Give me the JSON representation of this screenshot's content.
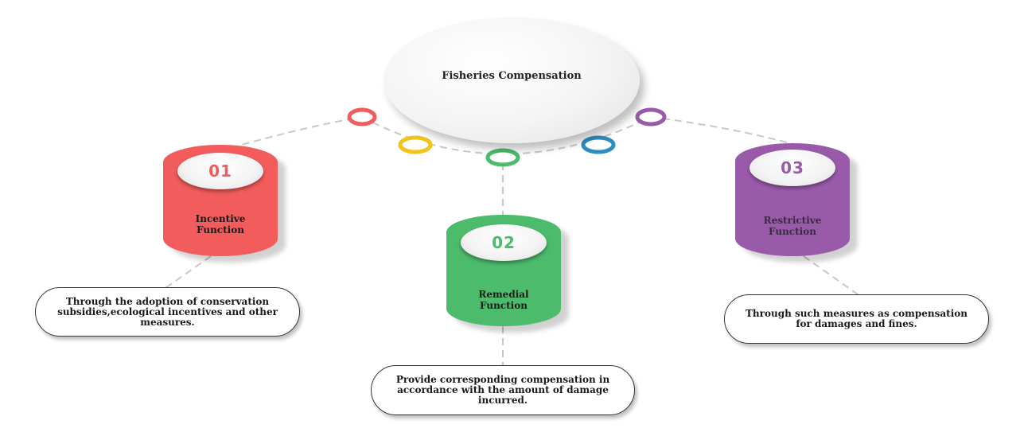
{
  "hub": {
    "title": "Fisheries Compensation"
  },
  "colors": {
    "red": "#f25c5c",
    "green": "#4cbb6c",
    "purple": "#9a5aaa",
    "yellow": "#f1c41a",
    "blue": "#2f8cc0"
  },
  "functions": [
    {
      "number": "01",
      "label": "Incentive\nFunction",
      "description": "Through the adoption of conservation subsidies,ecological incentives and other measures.",
      "color": "#f25c5c"
    },
    {
      "number": "02",
      "label": "Remedial\nFunction",
      "description": "Provide corresponding compensation in accordance with the amount of damage incurred.",
      "color": "#4cbb6c"
    },
    {
      "number": "03",
      "label": "Restrictive\nFunction",
      "description": "Through such measures as compensation for damages and fines.",
      "color": "#9a5aaa"
    }
  ]
}
